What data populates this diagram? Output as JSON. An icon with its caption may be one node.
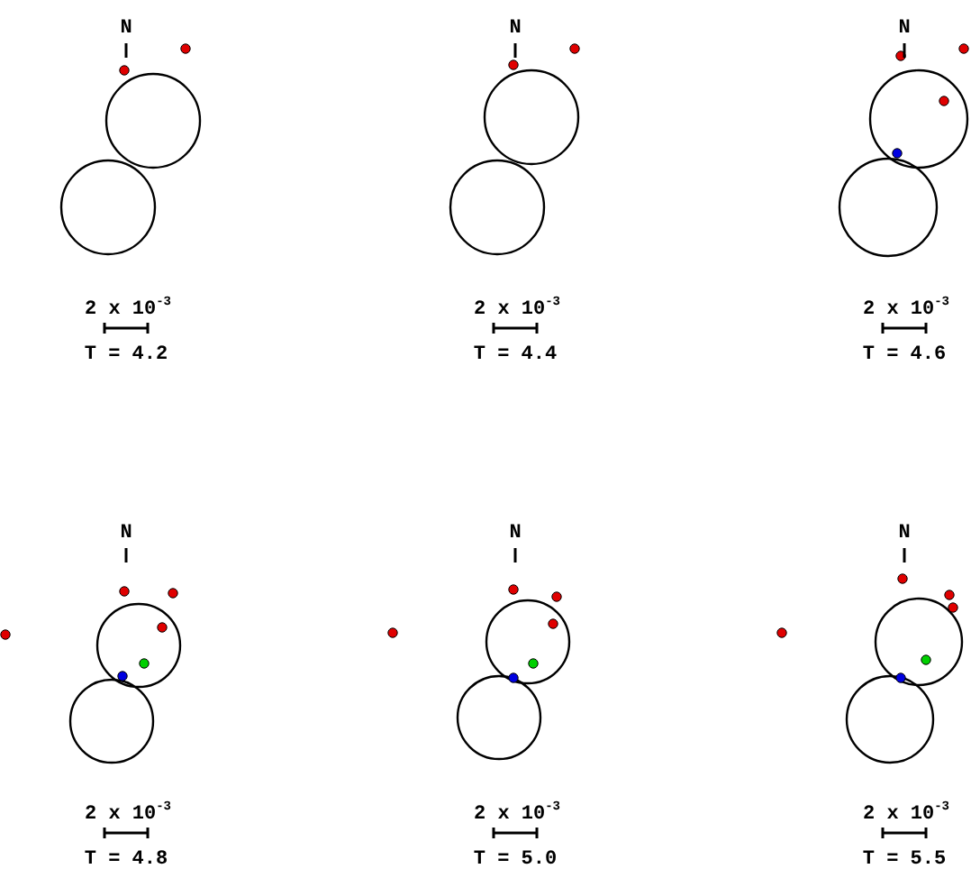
{
  "diagram": {
    "labels": [
      "N",
      "N",
      "N",
      "2 x 10$^{-3}$",
      "T = 4.2",
      "2 x 10$^{-3}$",
      "T = 4.4",
      "2 x 10$^{-3}$",
      "T = 4.6",
      "N",
      "N",
      "N",
      "2 x 10$^{-3}$",
      "T = 4.8",
      "2 x 10$^{-3}$",
      "T = 5.0",
      "2 x 10$^{-3}$",
      "T = 5.5"
    ]
  }
}
